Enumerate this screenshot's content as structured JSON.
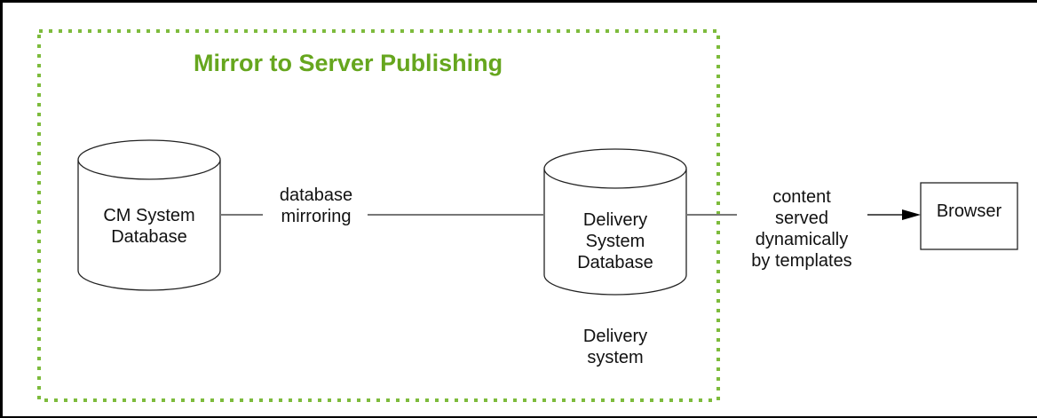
{
  "title": "Mirror to Server Publishing",
  "nodes": {
    "cm_db": "CM System\nDatabase",
    "delivery_db": "Delivery\nSystem\nDatabase",
    "browser": "Browser"
  },
  "edges": {
    "mirroring": "database\nmirroring",
    "served": "content\nserved\ndynamically\nby templates"
  },
  "captions": {
    "delivery_system": "Delivery\nsystem"
  },
  "colors": {
    "accent": "#66a61e",
    "dash_border": "#7dbb3c",
    "line": "#777777"
  }
}
